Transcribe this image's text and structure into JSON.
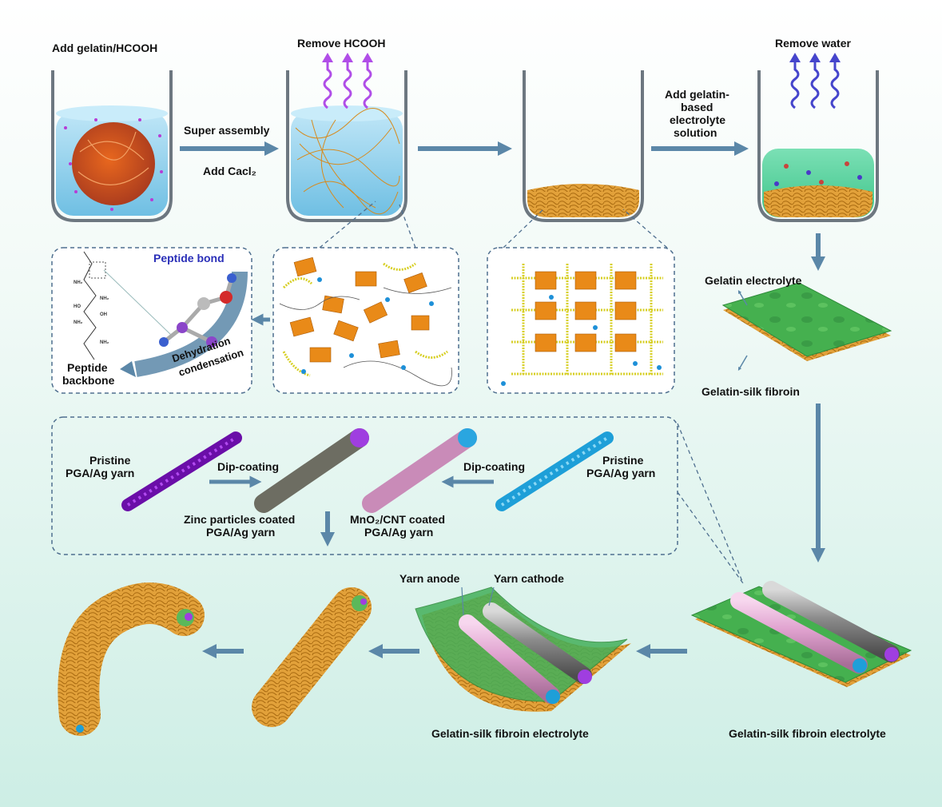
{
  "top": {
    "step1": "Add gelatin/HCOOH",
    "step2": "Remove HCOOH",
    "step3": "Remove water",
    "arrow1_top": "Super assembly",
    "arrow1_bottom": "Add Cacl₂",
    "arrow3_l1": "Add gelatin-",
    "arrow3_l2": "based",
    "arrow3_l3": "electrolyte",
    "arrow3_l4": "solution"
  },
  "chem": {
    "peptide_bond": "Peptide bond",
    "dehydration_l1": "Dehydration",
    "dehydration_l2": "condensation",
    "backbone_l1": "Peptide",
    "backbone_l2": "backbone"
  },
  "film": {
    "electrolyte_label": "Gelatin electrolyte",
    "fibroin_label": "Gelatin-silk fibroin"
  },
  "yarn": {
    "pristine_left_l1": "Pristine",
    "pristine_left_l2": "PGA/Ag yarn",
    "dip_left": "Dip-coating",
    "dip_right": "Dip-coating",
    "pristine_right_l1": "Pristine",
    "pristine_right_l2": "PGA/Ag yarn",
    "zinc_l1": "Zinc particles coated",
    "zinc_l2": "PGA/Ag yarn",
    "mno2_l1": "MnO₂/CNT coated",
    "mno2_l2": "PGA/Ag yarn"
  },
  "bottom": {
    "anode": "Yarn anode",
    "cathode": "Yarn cathode",
    "electrolyte_center": "Gelatin-silk fibroin electrolyte",
    "electrolyte_right": "Gelatin-silk fibroin electrolyte"
  },
  "colors": {
    "arrow": "#5b87a8",
    "fiber": "#e8a52a",
    "gel": "#2fa14a",
    "liquid": "#8fd0ee",
    "purple_yarn": "#8a18d0",
    "blue_yarn": "#22a8dc",
    "pink_yarn": "#d7a0c8",
    "grey_yarn": "#7c7c72"
  }
}
